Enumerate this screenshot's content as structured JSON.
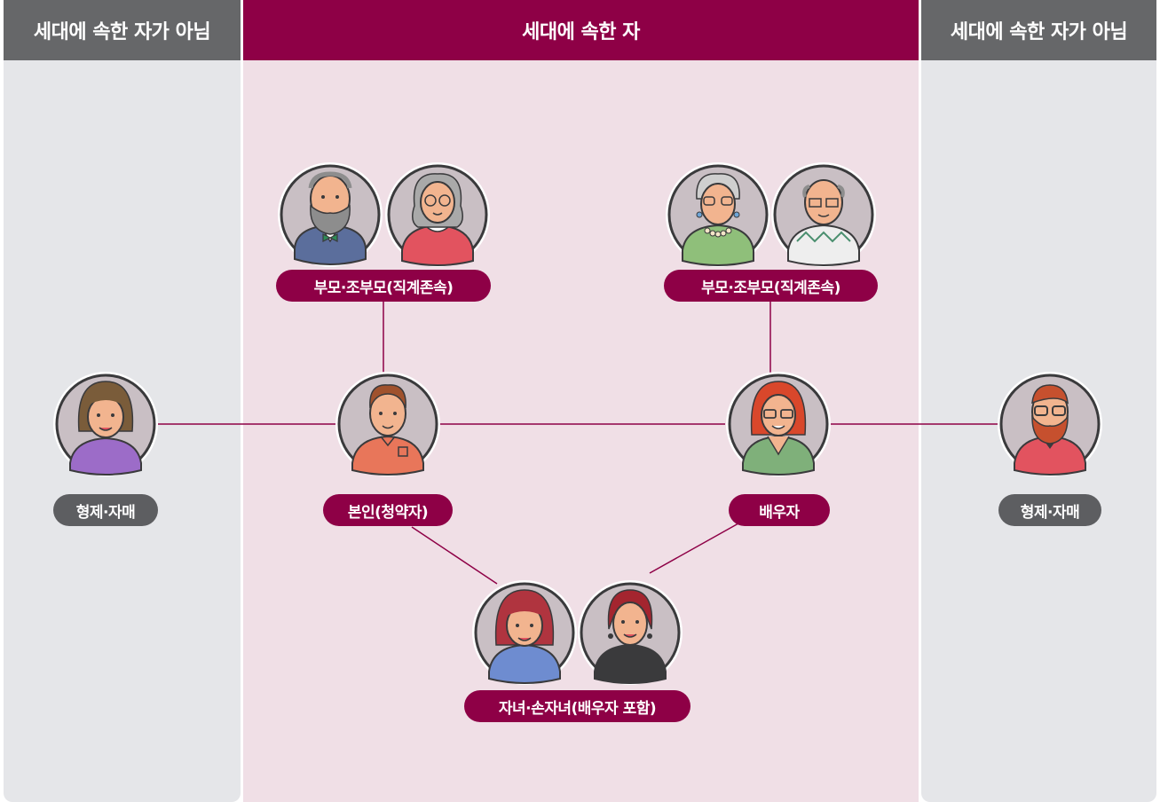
{
  "columns": {
    "left_header": "세대에 속한 자가 아님",
    "middle_header": "세대에 속한 자",
    "right_header": "세대에 속한 자가 아님"
  },
  "nodes": {
    "parents_left_label": "부모·조부모(직계존속)",
    "parents_right_label": "부모·조부모(직계존속)",
    "self_label": "본인(청약자)",
    "spouse_label": "배우자",
    "children_label": "자녀·손자녀(배우자 포함)",
    "sibling_left_label": "형제·자매",
    "sibling_right_label": "형제·자매"
  },
  "colors": {
    "accent_plum": "#8e0046",
    "header_gray": "#666769",
    "panel_gray": "#e5e6e9",
    "panel_pink": "#f0dfe6",
    "avatar_bg": "#c9bfc4",
    "outline": "#3a3a3c"
  },
  "icons": [
    "grandfather-avatar-icon",
    "grandmother-avatar-icon",
    "self-man-avatar-icon",
    "spouse-woman-avatar-icon",
    "daughter-avatar-icon",
    "granddaughter-avatar-icon",
    "sister-avatar-icon",
    "brother-avatar-icon"
  ]
}
